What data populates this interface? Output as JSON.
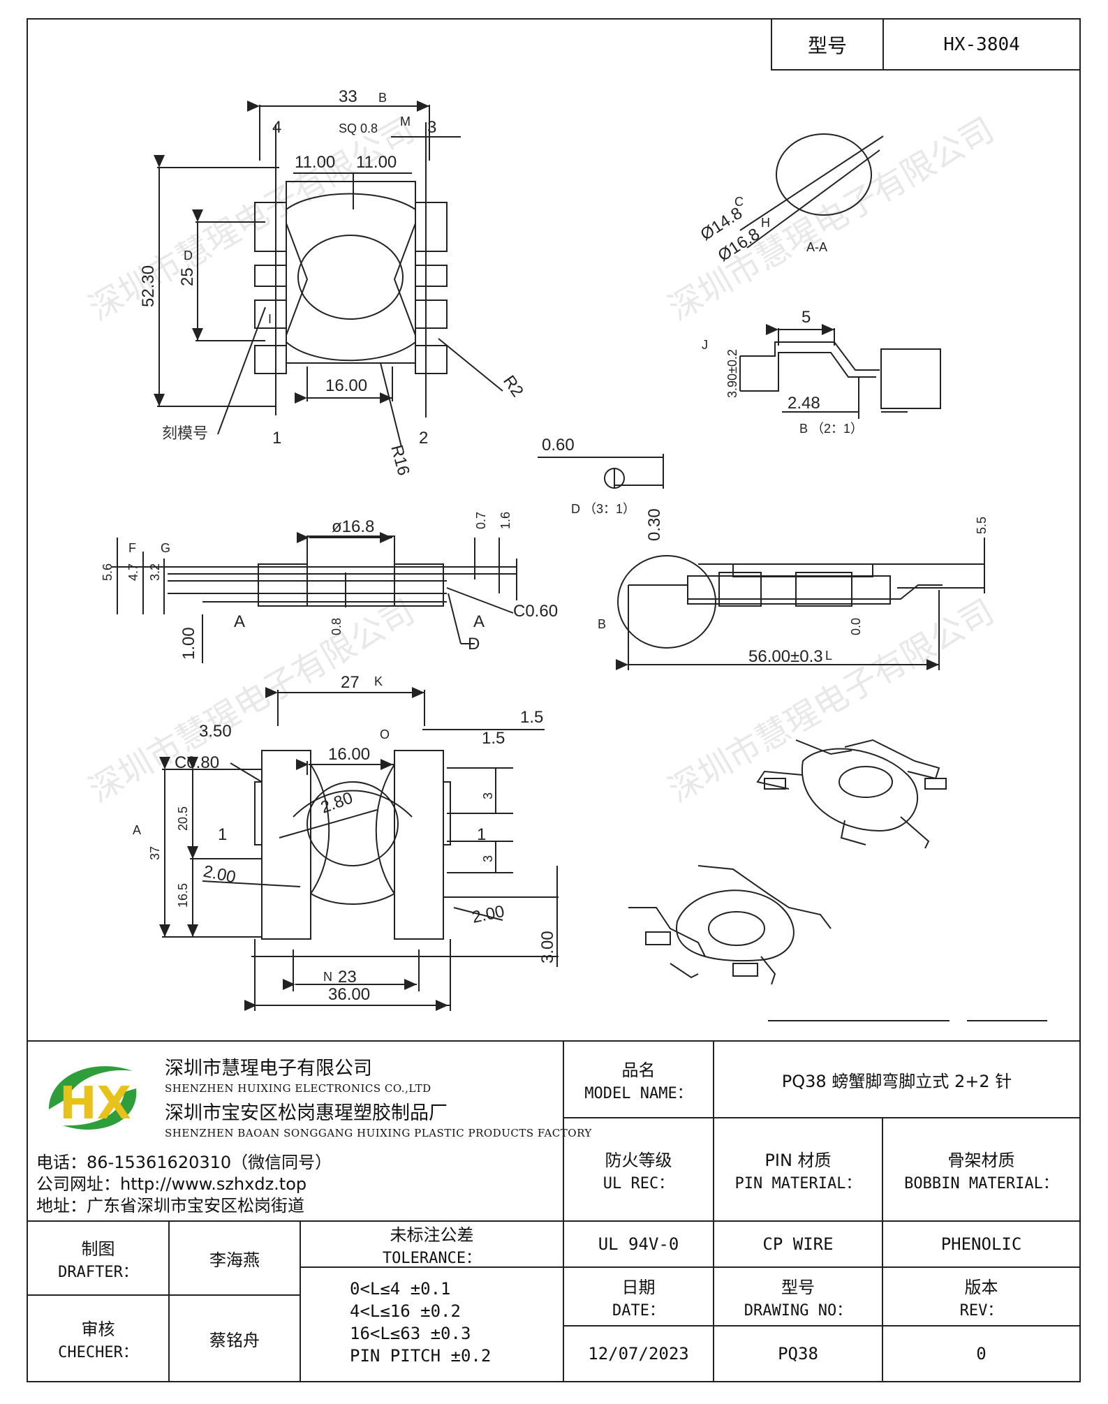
{
  "header": {
    "model_label": "型号",
    "model_value": "HX-3804"
  },
  "watermark": "深圳市慧瑆电子有限公司",
  "top_view": {
    "dim_width": "33",
    "ref_b": "B",
    "sq": "SQ 0.8",
    "ref_m": "M",
    "dim_11a": "11.00",
    "dim_11b": "11.00",
    "dim_height": "52.30",
    "dim_25": "25",
    "ref_d": "D",
    "dim_16": "16.00",
    "r16": "R16",
    "r2": "R2",
    "pin1": "1",
    "pin2": "2",
    "pin3": "3",
    "pin4": "4",
    "engrave_label": "刻模号",
    "marker": "I"
  },
  "ring_detail": {
    "d148": "Ø14.8",
    "ref_c": "C",
    "d168": "Ø16.8",
    "ref_h": "H",
    "section": "A-A"
  },
  "pin_detail_b": {
    "dim_5": "5",
    "dim_390": "3.90±0.2",
    "ref_j": "J",
    "dim_248": "2.48",
    "label": "B （2：1）"
  },
  "detail_d": {
    "dim_060": "0.60",
    "label": "D （3：1）",
    "dim_030": "0.30"
  },
  "side_view": {
    "d168": "ø16.8",
    "dim_07": "0.7",
    "dim_16": "1.6",
    "dim_56": "5.6",
    "dim_47": "4.7",
    "dim_32": "3.2",
    "ref_f": "F",
    "ref_g": "G",
    "arrow_a_left": "A",
    "arrow_a_right": "A",
    "dim_100": "1.00",
    "dim_08": "0.8",
    "chamfer": "C0.60",
    "detail_d": "D"
  },
  "front_view": {
    "dim_55": "5.5",
    "dim_00": "0.0",
    "dim_56": "56.00±0.3",
    "ref_l": "L",
    "letter_b": "B"
  },
  "bottom_view": {
    "dim_27": "27",
    "ref_k": "K",
    "dim_350": "3.50",
    "dim_15a": "1.5",
    "dim_15b": "1.5",
    "ref_o": "O",
    "chamfer": "C0.80",
    "dim_1600": "16.00",
    "dim_205": "20.5",
    "dim_37": "37",
    "ref_a": "A",
    "dim_280": "2.80",
    "dim_1a": "1",
    "dim_1b": "1",
    "dim_3a": "3",
    "dim_3b": "3",
    "dim_200a": "2.00",
    "dim_200b": "2.00",
    "dim_165": "16.5",
    "dim_300": "3.00",
    "ref_n": "N",
    "dim_23": "23",
    "dim_3600": "36.00"
  },
  "title_block": {
    "company_cn": "深圳市慧瑆电子有限公司",
    "company_en": "SHENZHEN HUIXING ELECTRONICS CO.,LTD",
    "factory_cn": "深圳市宝安区松岗惠瑆塑胶制品厂",
    "factory_en": "SHENZHEN BAOAN SONGGANG HUIXING PLASTIC PRODUCTS FACTORY",
    "logo_text": "HX",
    "phone": "电话：86-15361620310（微信同号）",
    "website": "公司网址：http://www.szhxdz.top",
    "address": "地址：广东省深圳市宝安区松岗街道",
    "model_name_cn": "品名",
    "model_name_en": "MODEL NAME：",
    "model_name_value": "PQ38 螃蟹脚弯脚立式 2+2 针",
    "fire_cn": "防火等级",
    "fire_en": "UL REC：",
    "pin_cn": "PIN 材质",
    "pin_en": "PIN MATERIAL：",
    "bobbin_cn": "骨架材质",
    "bobbin_en": "BOBBIN MATERIAL：",
    "fire_value": "UL 94V-0",
    "pin_value": "CP WIRE",
    "bobbin_value": "PHENOLIC",
    "drafter_cn": "制图",
    "drafter_en": "DRAFTER：",
    "drafter_name": "李海燕",
    "checker_cn": "审核",
    "checker_en": "CHECHER：",
    "checker_name": "蔡铭舟",
    "tolerance_cn": "未标注公差",
    "tolerance_en": "TOLERANCE：",
    "tolerances": [
      "0<L≤4  ±0.1",
      "4<L≤16  ±0.2",
      "16<L≤63  ±0.3",
      "PIN PITCH  ±0.2"
    ],
    "date_cn": "日期",
    "date_en": "DATE：",
    "date_value": "12/07/2023",
    "drawing_cn": "型号",
    "drawing_en": "DRAWING NO：",
    "drawing_value": "PQ38",
    "rev_cn": "版本",
    "rev_en": "REV：",
    "rev_value": "0"
  },
  "colors": {
    "logo_green": "#2e9e3a",
    "logo_yellow": "#e8c21a",
    "line": "#222222"
  }
}
